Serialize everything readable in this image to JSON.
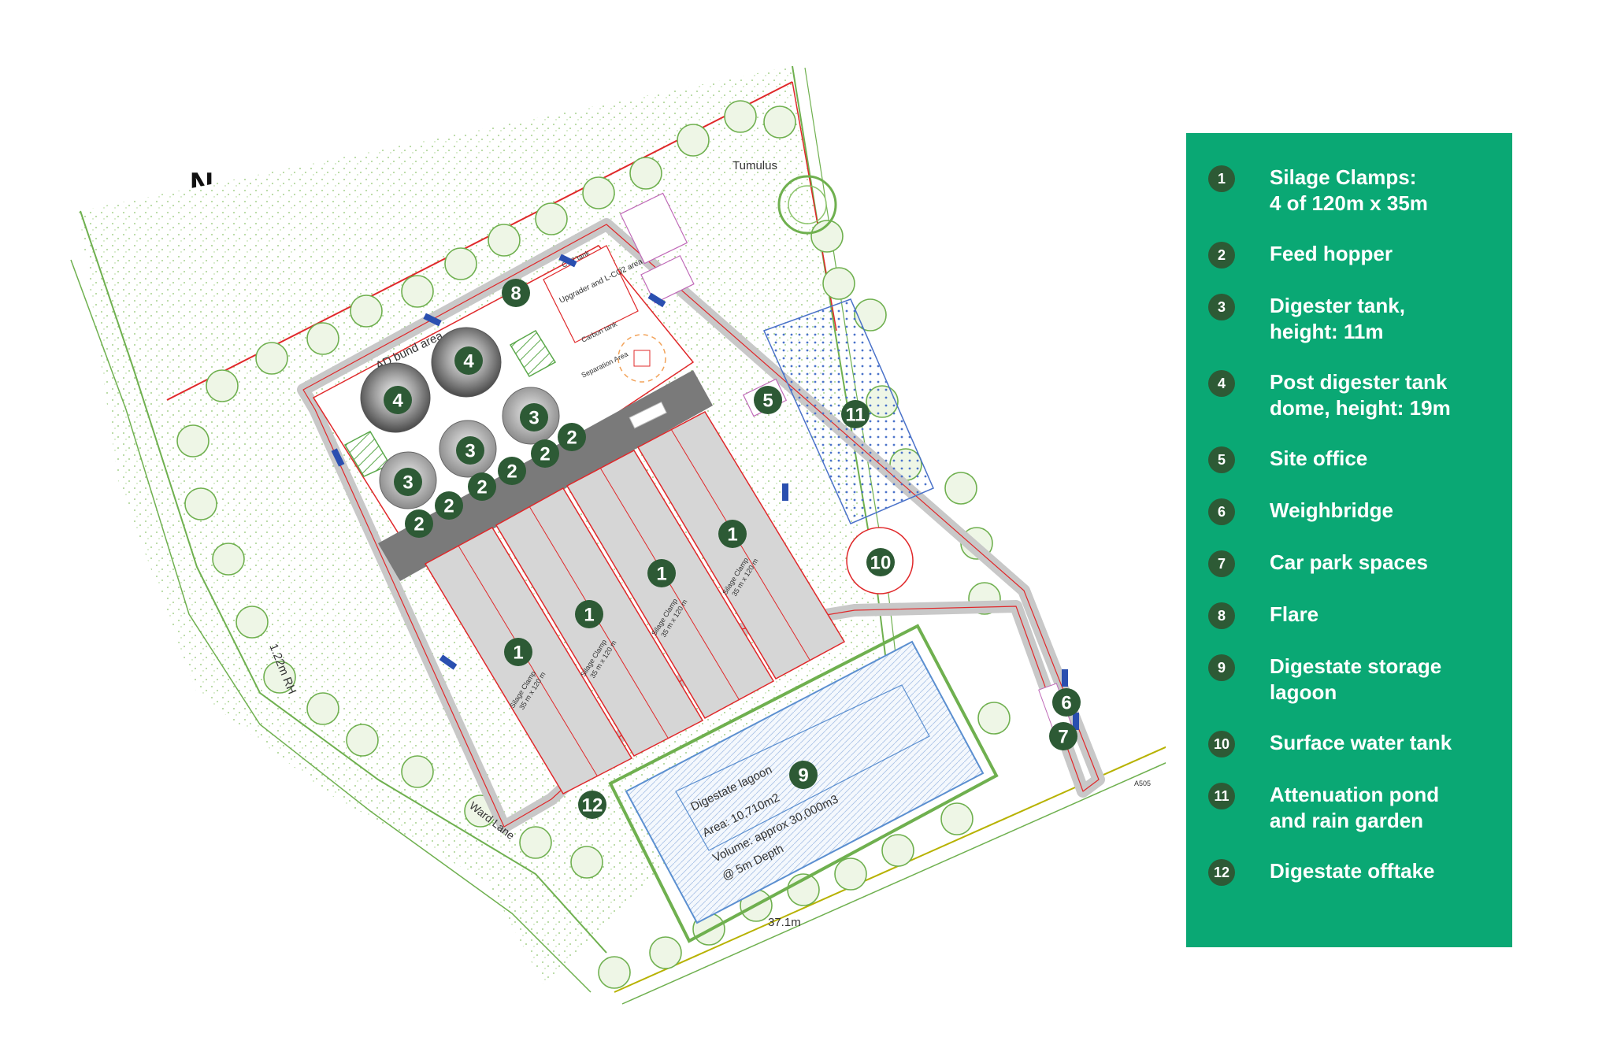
{
  "north": {
    "letter": "N",
    "icon": "north-arrow-icon"
  },
  "plan_labels": {
    "tumulus": "Tumulus",
    "ad_bund_area": "AD bund area",
    "upgrader": "Upgrader and L-CO2 area",
    "co2_tank": "CO2 tank",
    "carbon_tank": "Carbon tank",
    "separation": "Separation Area",
    "silage_clamp": "Silage Clamp",
    "silage_clamp_size": "35 m x 120 m",
    "lagoon_title": "Digestate lagoon",
    "lagoon_area": "Area: 10,710m2",
    "lagoon_volume": "Volume: approx 30,000m3",
    "lagoon_depth": "@ 5m Depth",
    "road": "1.22m RH",
    "ward_lane": "Ward Lane",
    "dim_37": "37.1m",
    "road_a": "A505"
  },
  "markers": {
    "m1": "1",
    "m2": "2",
    "m3": "3",
    "m4": "4",
    "m5": "5",
    "m6": "6",
    "m7": "7",
    "m8": "8",
    "m9": "9",
    "m10": "10",
    "m11": "11",
    "m12": "12"
  },
  "legend": {
    "items": [
      {
        "num": "1",
        "text": "Silage Clamps:\n4 of 120m x 35m"
      },
      {
        "num": "2",
        "text": "Feed hopper"
      },
      {
        "num": "3",
        "text": "Digester tank,\nheight: 11m"
      },
      {
        "num": "4",
        "text": "Post digester tank\ndome, height: 19m"
      },
      {
        "num": "5",
        "text": "Site office"
      },
      {
        "num": "6",
        "text": "Weighbridge"
      },
      {
        "num": "7",
        "text": "Car park spaces"
      },
      {
        "num": "8",
        "text": "Flare"
      },
      {
        "num": "9",
        "text": "Digestate storage\nlagoon"
      },
      {
        "num": "10",
        "text": "Surface water tank"
      },
      {
        "num": "11",
        "text": "Attenuation pond\nand rain garden"
      },
      {
        "num": "12",
        "text": "Digestate offtake"
      }
    ]
  },
  "colors": {
    "legend_bg": "#0aa874",
    "marker": "#2d5a35",
    "boundary": "#e0282a",
    "vegetation": "#6fb04f",
    "clamp_fill": "#d6d6d6",
    "road": "#7a7a7a",
    "lagoon": "#5b8fd0"
  }
}
